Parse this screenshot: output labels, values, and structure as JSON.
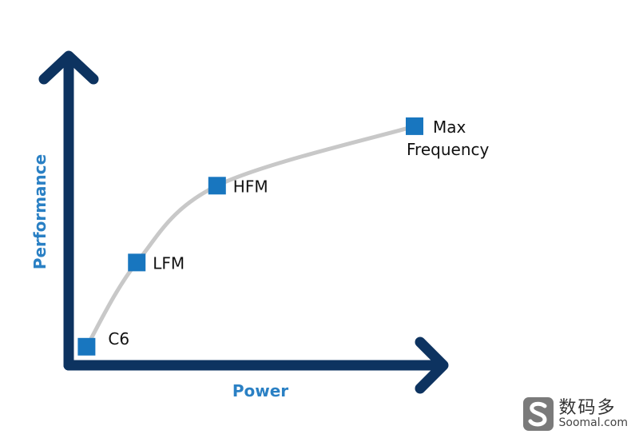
{
  "chart_data": {
    "type": "scatter",
    "xlabel": "Power",
    "ylabel": "Performance",
    "points": [
      {
        "label": "C6",
        "x": 0.02,
        "y": 0.02
      },
      {
        "label": "LFM",
        "x": 0.17,
        "y": 0.36
      },
      {
        "label": "HFM",
        "x": 0.41,
        "y": 0.67
      },
      {
        "label": "Max\nFrequency",
        "x": 1.0,
        "y": 0.91
      }
    ],
    "curve": "smooth trade-off curve through points",
    "grid": false,
    "legend": "none"
  },
  "colors": {
    "axis": "#0d3360",
    "marker": "#1876bf",
    "curve": "#c8c8c8",
    "axis_label": "#2a80c4"
  },
  "watermark": {
    "name_cn": "数码多",
    "site": "Soomal.com",
    "logo_icon": "s-logo-icon"
  }
}
